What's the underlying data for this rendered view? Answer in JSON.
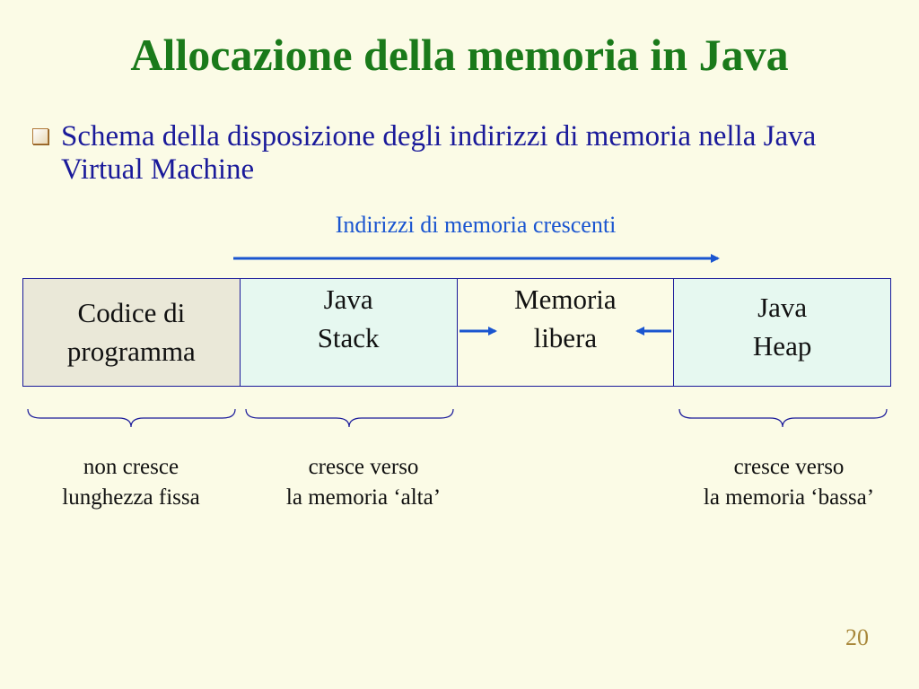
{
  "slide": {
    "title": "Allocazione della memoria in Java",
    "bullet": "Schema della disposizione degli indirizzi di memoria nella Java Virtual Machine",
    "address_label": "Indirizzi di memoria crescenti",
    "segments": [
      {
        "label": "Codice di\nprogramma"
      },
      {
        "label": "Java\nStack"
      },
      {
        "label": "Memoria\nlibera"
      },
      {
        "label": "Java\nHeap"
      }
    ],
    "notes": {
      "code": "non cresce\nlunghezza fissa",
      "stack": "cresce verso\nla memoria ‘alta’",
      "heap": "cresce verso\nla memoria ‘bassa’"
    },
    "page_number": "20"
  },
  "colors": {
    "background": "#FBFBE6",
    "title": "#1A7A1A",
    "bullet_text": "#1A1A9A",
    "arrow": "#1A55D0",
    "code_fill": "#EAE8D8",
    "stack_heap_fill": "#E6F8F0"
  }
}
